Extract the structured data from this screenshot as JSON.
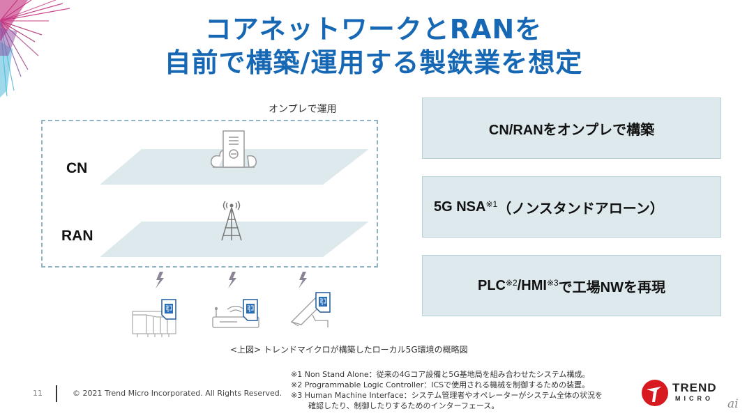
{
  "slide": {
    "title_line1": "コアネットワークとRANを",
    "title_line2": "自前で構築/運用する製鉄業を想定",
    "accent_color": "#1668b4"
  },
  "diagram": {
    "frame_label": "オンプレで運用",
    "layers": [
      {
        "label": "CN",
        "icon": "cloud-server-icon"
      },
      {
        "label": "RAN",
        "icon": "cell-tower-icon"
      }
    ],
    "devices": [
      {
        "icon": "plc-device-icon",
        "sim": "sim-card-icon",
        "link": "lightning-icon"
      },
      {
        "icon": "router-device-icon",
        "sim": "sim-card-icon",
        "link": "lightning-icon"
      },
      {
        "icon": "robot-arm-icon",
        "sim": "sim-card-icon",
        "link": "lightning-icon"
      }
    ],
    "caption": "<上図> トレンドマイクロが構築したローカル5G環境の概略図"
  },
  "features": [
    {
      "parts": [
        {
          "text": "CN/RANをオンプレで構築"
        }
      ]
    },
    {
      "parts": [
        {
          "text": "5G NSA"
        },
        {
          "sup": "※1"
        },
        {
          "text": "（ノンスタンドアローン）"
        }
      ]
    },
    {
      "parts": [
        {
          "text": "PLC"
        },
        {
          "sup": "※2"
        },
        {
          "text": "/HMI"
        },
        {
          "sup": "※3"
        },
        {
          "text": "で工場NWを再現"
        }
      ]
    }
  ],
  "footnotes": [
    "※1 Non Stand Alone：従来の4Gコア設備と5G基地局を組み合わせたシステム構成。",
    "※2 Programmable Logic Controller：ICSで使用される機械を制御するための装置。",
    "※3 Human Machine Interface：システム管理者やオペレーターがシステム全体の状況を",
    "確認したり、制御したりするためのインターフェース。"
  ],
  "footer": {
    "page_number": "11",
    "copyright": "© 2021 Trend Micro Incorporated. All Rights Reserved.",
    "logo_line1": "TREND",
    "logo_line2": "MICRO",
    "watermark": "ai"
  }
}
